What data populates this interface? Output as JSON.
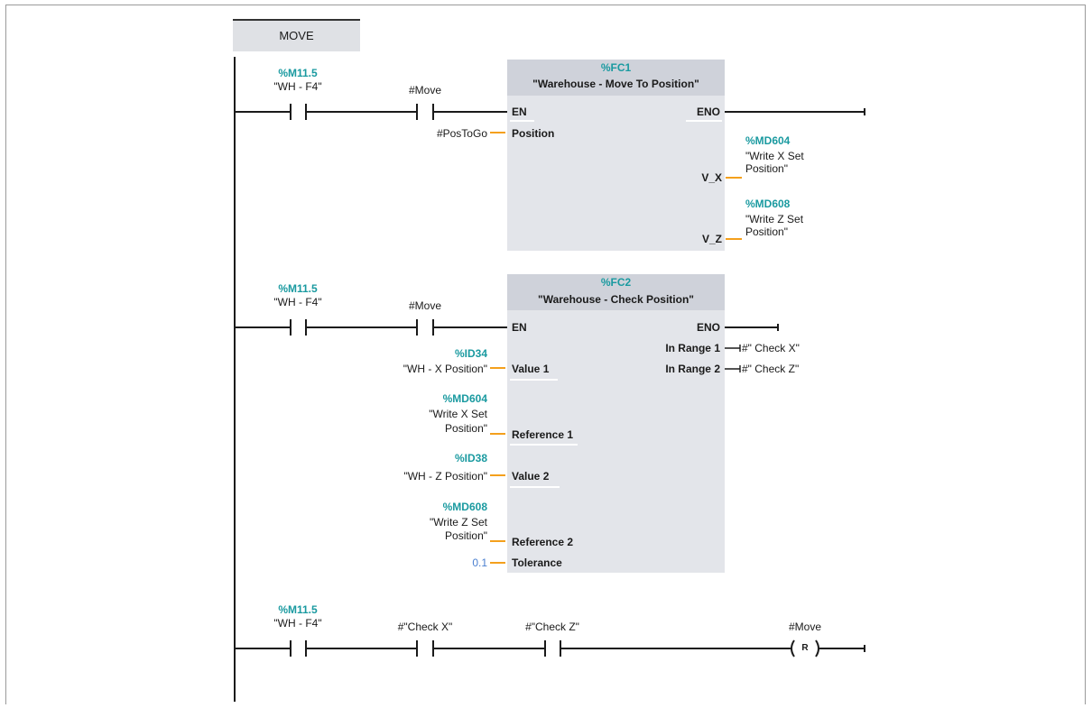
{
  "network_title": "MOVE",
  "networks": [
    {
      "contacts": [
        {
          "address": "%M11.5",
          "name": "\"WH - F4\""
        },
        {
          "name": "#Move"
        }
      ],
      "block": {
        "number": "%FC1",
        "title": "\"Warehouse - Move To Position\"",
        "en": "EN",
        "eno": "ENO",
        "inputs": [
          {
            "pin": "Position",
            "arg": "#PosToGo"
          }
        ],
        "outputs": [
          {
            "pin": "V_X",
            "address": "%MD604",
            "arg_line1": "\"Write X Set",
            "arg_line2": "Position\""
          },
          {
            "pin": "V_Z",
            "address": "%MD608",
            "arg_line1": "\"Write Z Set",
            "arg_line2": "Position\""
          }
        ]
      }
    },
    {
      "contacts": [
        {
          "address": "%M11.5",
          "name": "\"WH - F4\""
        },
        {
          "name": "#Move"
        }
      ],
      "block": {
        "number": "%FC2",
        "title": "\"Warehouse - Check Position\"",
        "en": "EN",
        "eno": "ENO",
        "inputs": [
          {
            "pin": "Value 1",
            "address": "%ID34",
            "arg": "\"WH - X Position\""
          },
          {
            "pin": "Reference 1",
            "address": "%MD604",
            "arg_line1": "\"Write X Set",
            "arg_line2": "Position\""
          },
          {
            "pin": "Value 2",
            "address": "%ID38",
            "arg": "\"WH - Z Position\""
          },
          {
            "pin": "Reference 2",
            "address": "%MD608",
            "arg_line1": "\"Write Z Set",
            "arg_line2": "Position\""
          },
          {
            "pin": "Tolerance",
            "arg": "0.1"
          }
        ],
        "outputs": [
          {
            "pin": "In Range 1",
            "arg": "#\" Check X\""
          },
          {
            "pin": "In Range 2",
            "arg": "#\" Check Z\""
          }
        ]
      }
    },
    {
      "contacts": [
        {
          "address": "%M11.5",
          "name": "\"WH - F4\""
        },
        {
          "name": "#\"Check X\""
        },
        {
          "name": "#\"Check Z\""
        }
      ],
      "coil": {
        "type": "R",
        "name": "#Move"
      }
    }
  ],
  "colors": {
    "address": "#1a9aa0",
    "pin_wire": "#f4a01c",
    "block_fill": "#e3e5ea",
    "constant": "#4a7fd0"
  }
}
